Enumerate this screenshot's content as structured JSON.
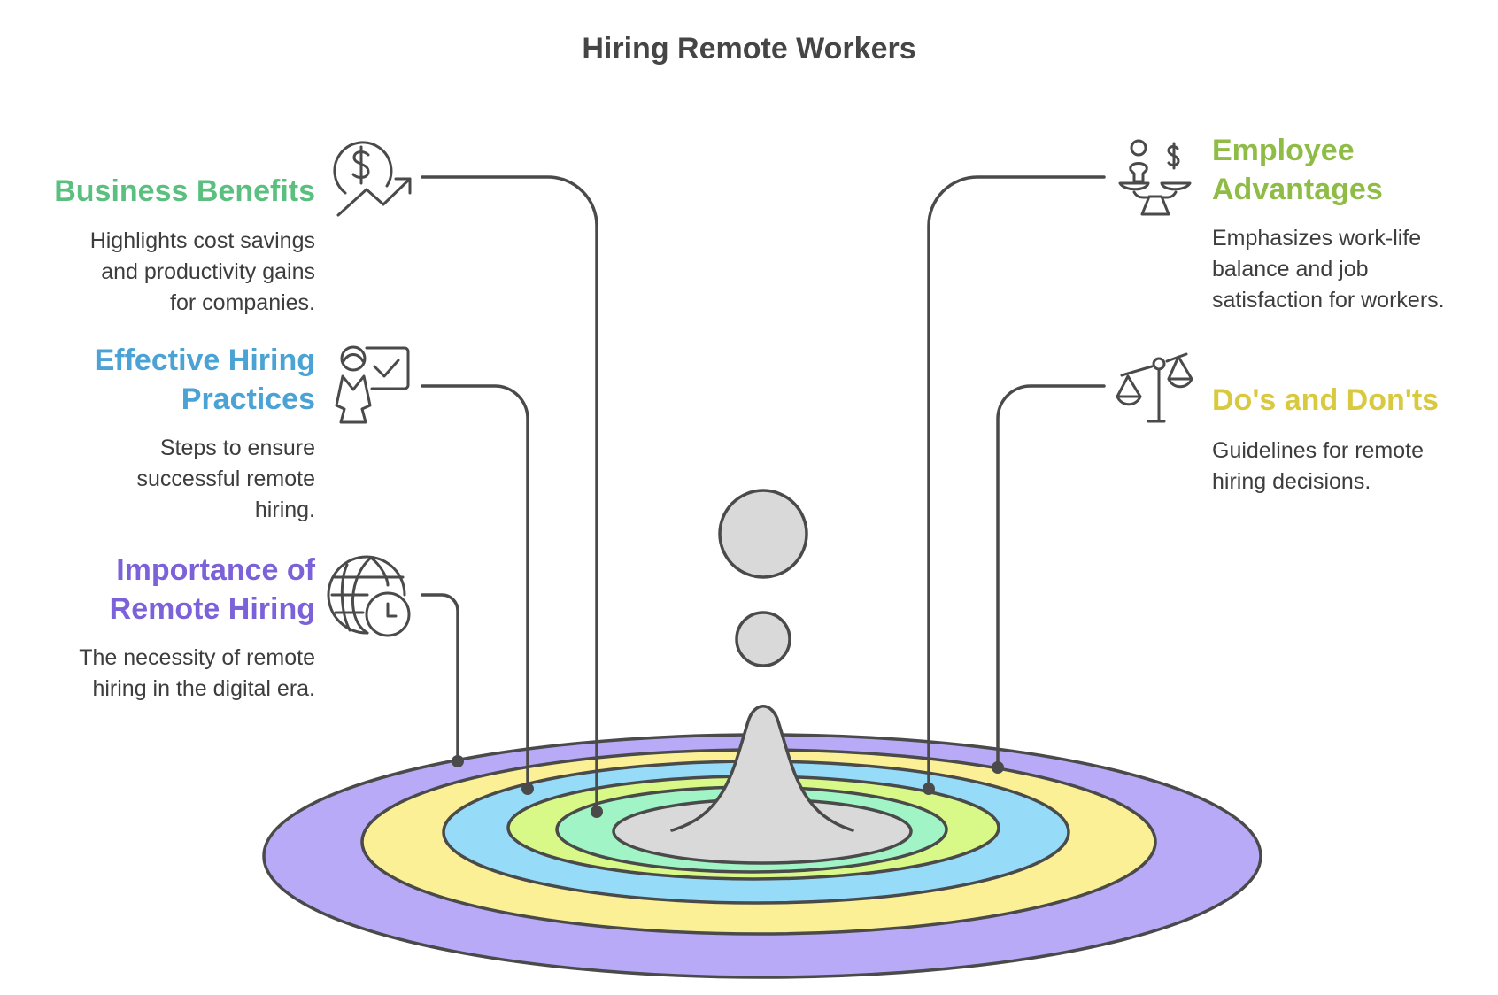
{
  "title": "Hiring Remote Workers",
  "colors": {
    "stroke": "#4a4a4a",
    "business": "#5bbf80",
    "hiring": "#4aa3d4",
    "importance": "#7b62d9",
    "employee": "#8fbc46",
    "dos": "#d9c93f",
    "ring_purple": "#b8aaf7",
    "ring_yellow": "#fbf096",
    "ring_blue": "#96dcf8",
    "ring_lime": "#d8f888",
    "ring_mint": "#a0f4c6",
    "ring_gray": "#d9d9d9"
  },
  "items": {
    "business": {
      "heading": "Business Benefits",
      "desc": [
        "Highlights cost savings",
        "and productivity gains",
        "for companies."
      ],
      "icon": "money-growth-icon"
    },
    "hiring": {
      "heading": [
        "Effective Hiring",
        "Practices"
      ],
      "desc": [
        "Steps to ensure",
        "successful remote",
        "hiring."
      ],
      "icon": "presenter-checklist-icon"
    },
    "importance": {
      "heading": [
        "Importance of",
        "Remote Hiring"
      ],
      "desc": [
        "The necessity of remote",
        "hiring in the digital era."
      ],
      "icon": "globe-clock-icon"
    },
    "employee": {
      "heading": [
        "Employee",
        "Advantages"
      ],
      "desc": [
        "Emphasizes work-life",
        "balance and job",
        "satisfaction for workers."
      ],
      "icon": "person-money-balance-icon"
    },
    "dos": {
      "heading": "Do's and Don'ts",
      "desc": [
        "Guidelines for remote",
        "hiring decisions."
      ],
      "icon": "scales-icon"
    }
  }
}
